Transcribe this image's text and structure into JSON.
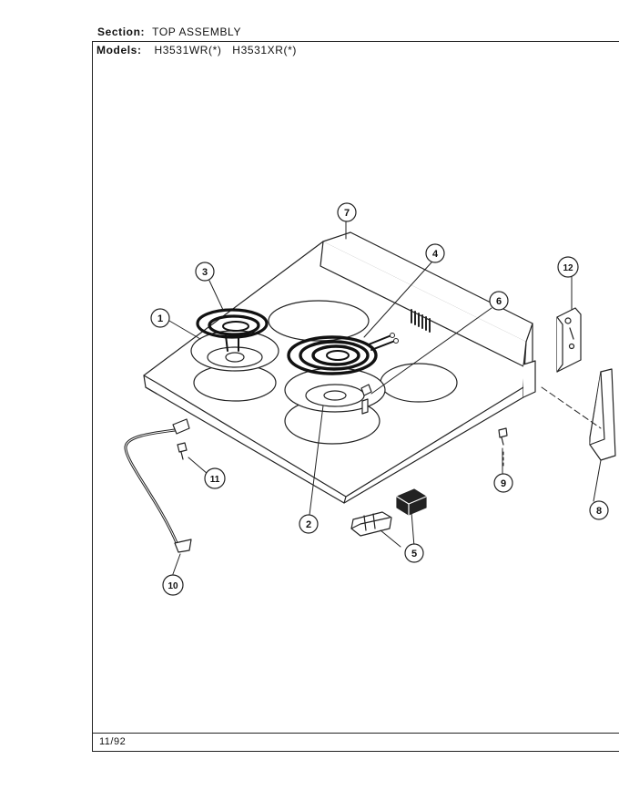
{
  "header": {
    "section_label": "Section:",
    "section_value": "TOP ASSEMBLY",
    "models_label": "Models:",
    "models_value": "H3531WR(*)   H3531XR(*)"
  },
  "footer": {
    "date": "11/92"
  },
  "callouts": [
    "1",
    "2",
    "3",
    "4",
    "5",
    "6",
    "7",
    "8",
    "9",
    "10",
    "11",
    "12"
  ]
}
